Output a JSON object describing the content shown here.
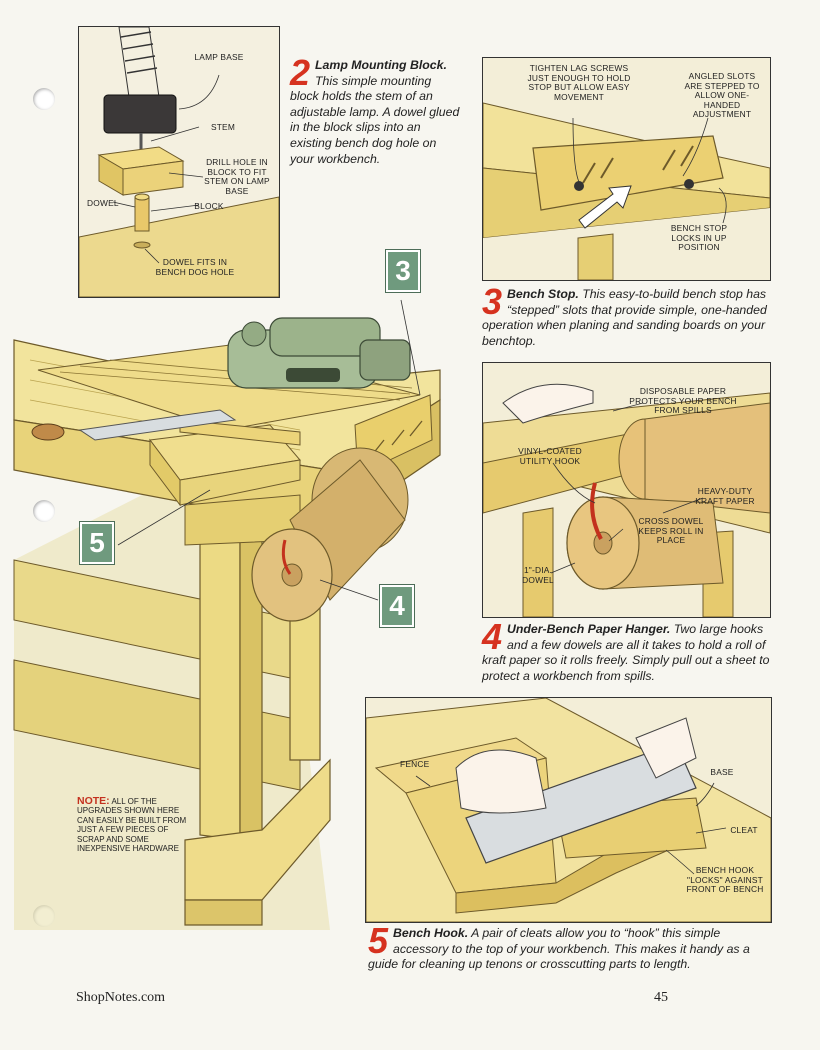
{
  "lamp": {
    "number": "2",
    "title": "Lamp Mounting Block.",
    "body": "This simple mounting block holds the stem of an adjustable lamp. A dowel glued in the block slips into an existing bench dog hole on your workbench.",
    "labels": {
      "lamp_base": "LAMP BASE",
      "stem": "STEM",
      "drill_hole": "DRILL HOLE IN BLOCK TO FIT STEM ON LAMP BASE",
      "dowel": "DOWEL",
      "block": "BLOCK",
      "dowel_fits": "DOWEL FITS IN BENCH DOG HOLE"
    }
  },
  "stop": {
    "number": "3",
    "title": "Bench Stop.",
    "body": "This easy-to-build bench stop has “stepped” slots that provide simple, one-handed operation when planing and sanding boards on your benchtop.",
    "labels": {
      "tighten": "TIGHTEN LAG SCREWS JUST ENOUGH TO HOLD STOP BUT ALLOW EASY MOVEMENT",
      "angled": "ANGLED SLOTS ARE STEPPED TO ALLOW ONE-HANDED ADJUSTMENT",
      "locks": "BENCH STOP LOCKS IN UP POSITION"
    }
  },
  "paper": {
    "number": "4",
    "title": "Under-Bench Paper Hanger.",
    "body": "Two large hooks and a few dowels are all it takes to hold a roll of kraft paper so it rolls freely. Simply pull out a sheet to protect a workbench from spills.",
    "labels": {
      "disposable": "DISPOSABLE PAPER PROTECTS YOUR BENCH FROM SPILLS",
      "vinyl": "VINYL-COATED UTILITY HOOK",
      "kraft": "HEAVY-DUTY KRAFT PAPER",
      "cross": "CROSS DOWEL KEEPS ROLL IN PLACE",
      "dia": "1\"-DIA. DOWEL"
    }
  },
  "hook": {
    "number": "5",
    "title": "Bench Hook.",
    "body": "A pair of cleats allow you to “hook” this simple accessory to the top of your workbench. This makes it handy as a guide for cleaning up tenons or crosscutting parts to length.",
    "labels": {
      "fence": "FENCE",
      "base": "BASE",
      "cleat": "CLEAT",
      "locks": "BENCH HOOK \"LOCKS\" AGAINST FRONT OF BENCH"
    }
  },
  "badges": {
    "b3": "3",
    "b4": "4",
    "b5": "5"
  },
  "note": {
    "heading": "NOTE:",
    "text": "ALL OF THE UPGRADES SHOWN HERE CAN EASILY BE BUILT FROM JUST A FEW PIECES OF SCRAP AND SOME INEXPENSIVE HARDWARE"
  },
  "footer": {
    "site": "ShopNotes.com",
    "page": "45"
  },
  "colors": {
    "accent": "#d6321f",
    "badge": "#6f9a7e",
    "wood": "#f1e6ae"
  }
}
